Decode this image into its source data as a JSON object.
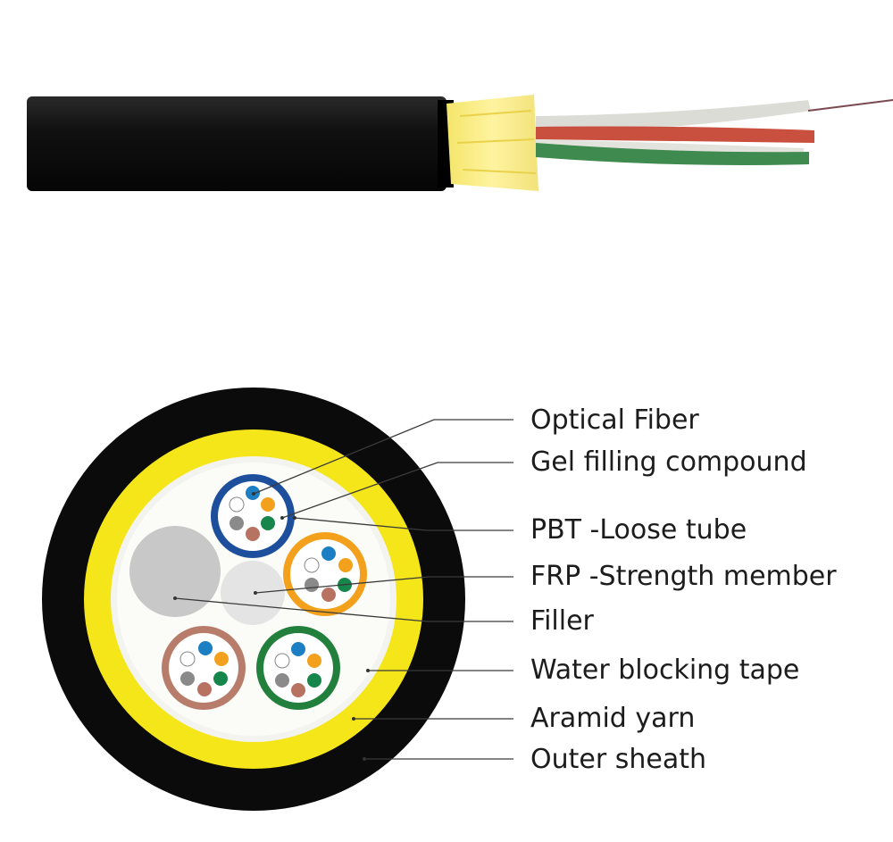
{
  "labels": {
    "optical_fiber": "Optical Fiber",
    "gel_filling": "Gel filling compound",
    "pbt_tube": "PBT -Loose tube",
    "frp_member": "FRP -Strength member",
    "filler": "Filler",
    "water_blocking": "Water blocking tape",
    "aramid_yarn": "Aramid yarn",
    "outer_sheath": "Outer sheath"
  },
  "colors": {
    "sheath": "#0b0b0b",
    "aramid": "#f5e61a",
    "tube_blue": "#1d4f9c",
    "tube_orange": "#f3a11c",
    "tube_brown": "#b87d6a",
    "tube_green": "#23803c",
    "fiber_blue": "#1c7fc4",
    "fiber_orange": "#f3a11c",
    "fiber_green": "#17864a",
    "fiber_brown": "#b77261",
    "fiber_grey": "#8a8a8a",
    "fiber_white": "#ffffff",
    "filler_grey": "#c8c8c8",
    "frp_light": "#e4e4e4"
  }
}
